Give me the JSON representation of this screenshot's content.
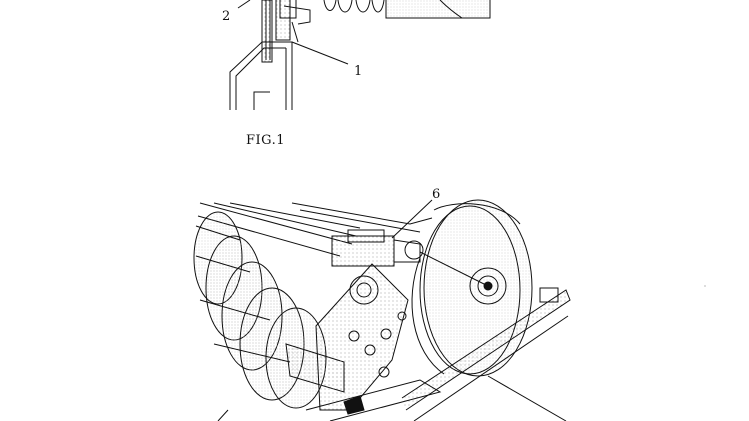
{
  "figure1": {
    "caption": "FIG.1",
    "callouts": [
      "2",
      "1"
    ]
  },
  "figure2": {
    "callouts": [
      "6"
    ]
  }
}
